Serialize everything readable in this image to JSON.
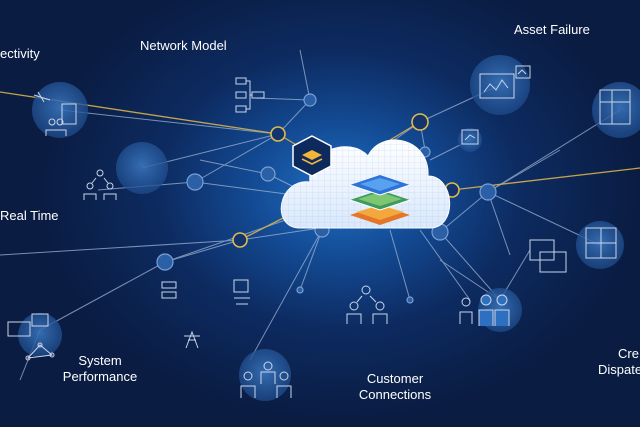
{
  "labels": {
    "connectivity": "ectivity",
    "network_model": "Network Model",
    "asset_failure": "Asset Failure",
    "real_time": "Real Time",
    "system_performance_1": "System",
    "system_performance_2": "Performance",
    "customer_connections_1": "Customer",
    "customer_connections_2": "Connections",
    "crew_dispatch_1": "Cre",
    "crew_dispatch_2": "Dispate"
  },
  "colors": {
    "background": "#0b1e45",
    "glow": "#1f6fc4",
    "line_white": "#9fb4d6",
    "line_gold": "#d8b24a",
    "node_blue": "#2b5fa6",
    "gold_ring": "#e0bc4e",
    "icon_stroke": "#c9d6ea",
    "text": "#ffffff"
  },
  "icons": {
    "hub": "cloud-icon",
    "layers": "map-layers-icon",
    "badge": "layer-stack-badge-icon"
  }
}
